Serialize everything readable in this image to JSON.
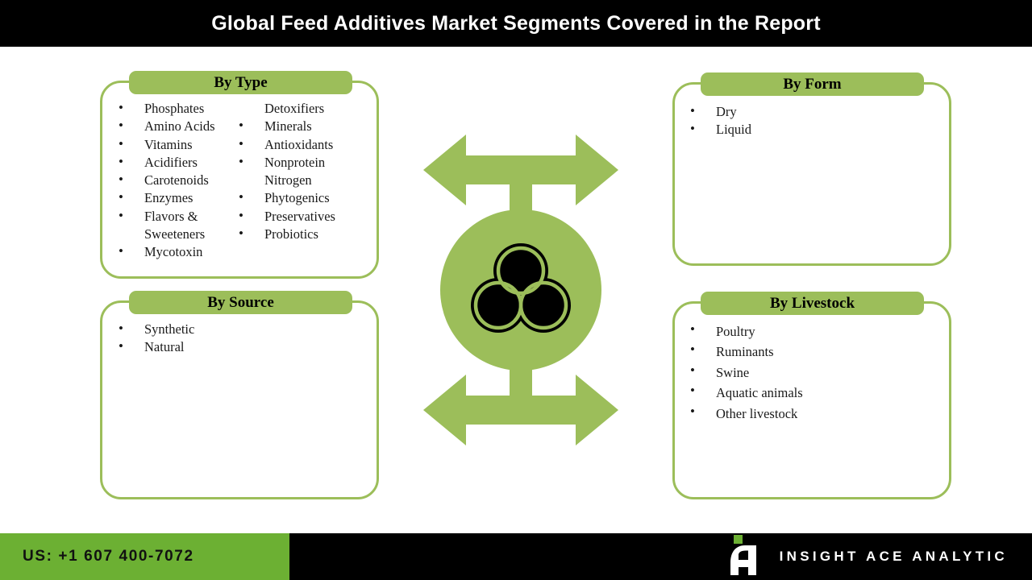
{
  "header": {
    "title": "Global Feed Additives Market Segments Covered in the Report",
    "background": "#000000",
    "text_color": "#ffffff"
  },
  "theme": {
    "banner_green": "#9cbe5a",
    "footer_green": "#6cb033",
    "border_green": "#9cbe5a",
    "black": "#000000",
    "white": "#ffffff"
  },
  "segments": {
    "by_type": {
      "title": "By Type",
      "column_left": [
        "Phosphates",
        "Amino Acids",
        "Vitamins",
        "Acidifiers",
        "Carotenoids",
        "Enzymes",
        "Flavors &\nSweeteners",
        "Mycotoxin"
      ],
      "column_right": [
        "Detoxifiers",
        "Minerals",
        "Antioxidants",
        "Nonprotein\nNitrogen",
        "Phytogenics",
        "Preservatives",
        "Probiotics"
      ]
    },
    "by_source": {
      "title": "By Source",
      "items": [
        "Synthetic",
        "Natural"
      ]
    },
    "by_form": {
      "title": "By Form",
      "items": [
        "Dry",
        "Liquid"
      ]
    },
    "by_livestock": {
      "title": "By Livestock",
      "items": [
        "Poultry",
        "Ruminants",
        "Swine",
        "Aquatic animals",
        "Other livestock"
      ]
    }
  },
  "center": {
    "icon_name": "three-overlapping-circles-venn-icon",
    "circle_color": "#9cbe5a",
    "icon_color": "#000000",
    "arrow_color": "#9cbe5a"
  },
  "footer": {
    "phone": "US: +1 607 400-7072",
    "brand": "INSIGHT ACE ANALYTIC",
    "logo_name": "insight-ace-analytic-logo"
  }
}
